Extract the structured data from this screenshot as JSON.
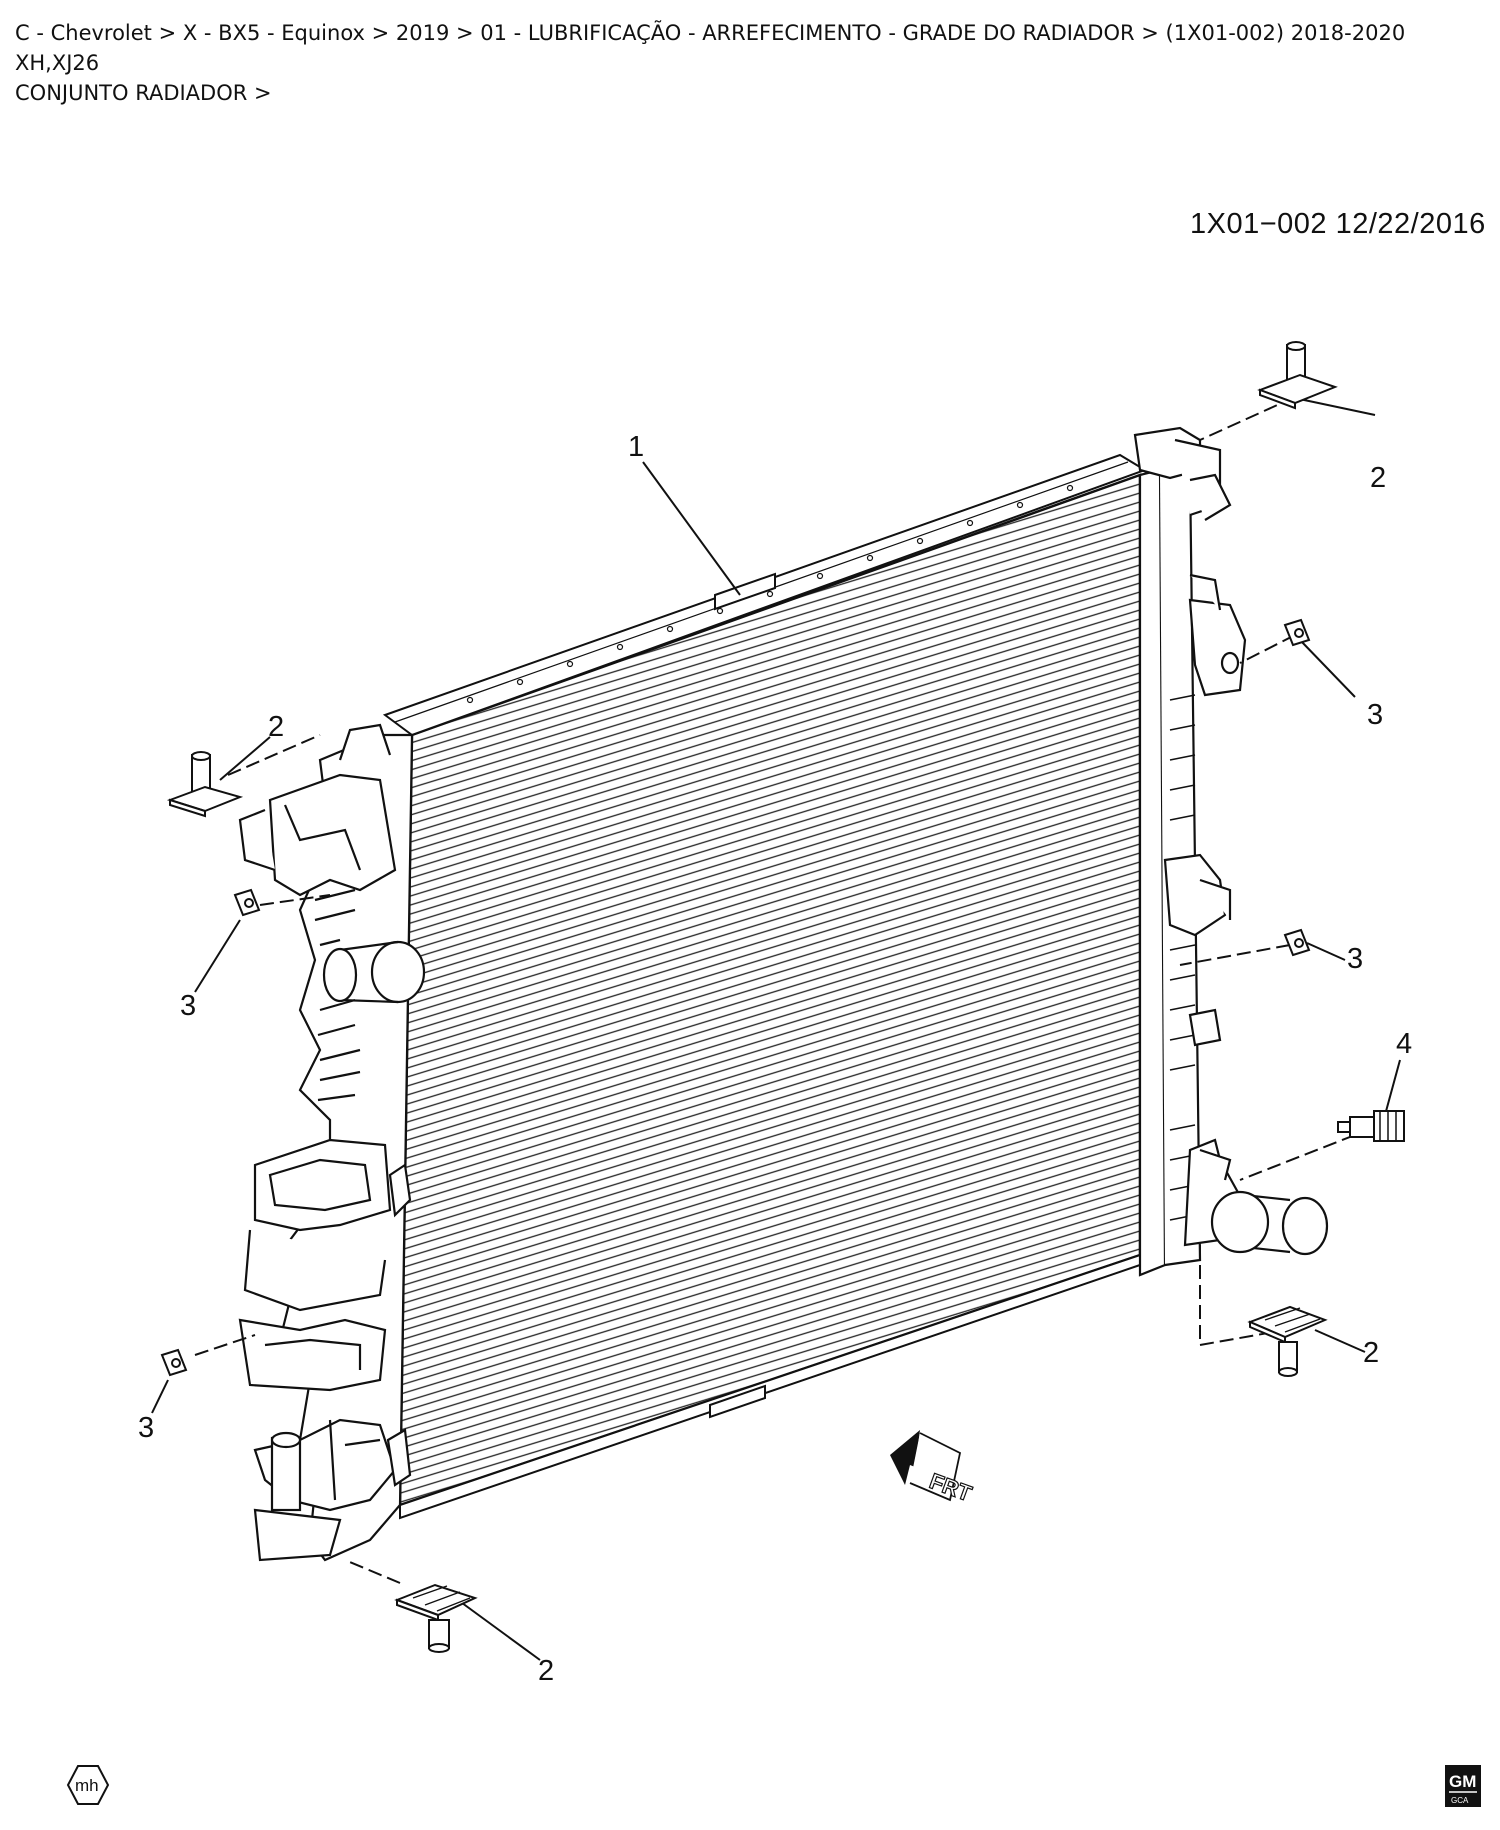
{
  "breadcrumb": {
    "line1": "C - Chevrolet > X - BX5 - Equinox > 2019 > 01 - LUBRIFICAÇÃO - ARREFECIMENTO - GRADE DO RADIADOR > (1X01-002)   2018-2020   XH,XJ26",
    "line2": "CONJUNTO RADIADOR >"
  },
  "diagram": {
    "id_date": "1X01−002  12/22/2016",
    "callouts": [
      "1",
      "2",
      "2",
      "2",
      "2",
      "3",
      "3",
      "3",
      "3",
      "4"
    ],
    "frt_label": "FRT",
    "mh_logo": "mh",
    "gm_logo": {
      "line1": "GM",
      "line2": "GCA"
    }
  },
  "colors": {
    "ink": "#111111",
    "background": "#ffffff"
  }
}
